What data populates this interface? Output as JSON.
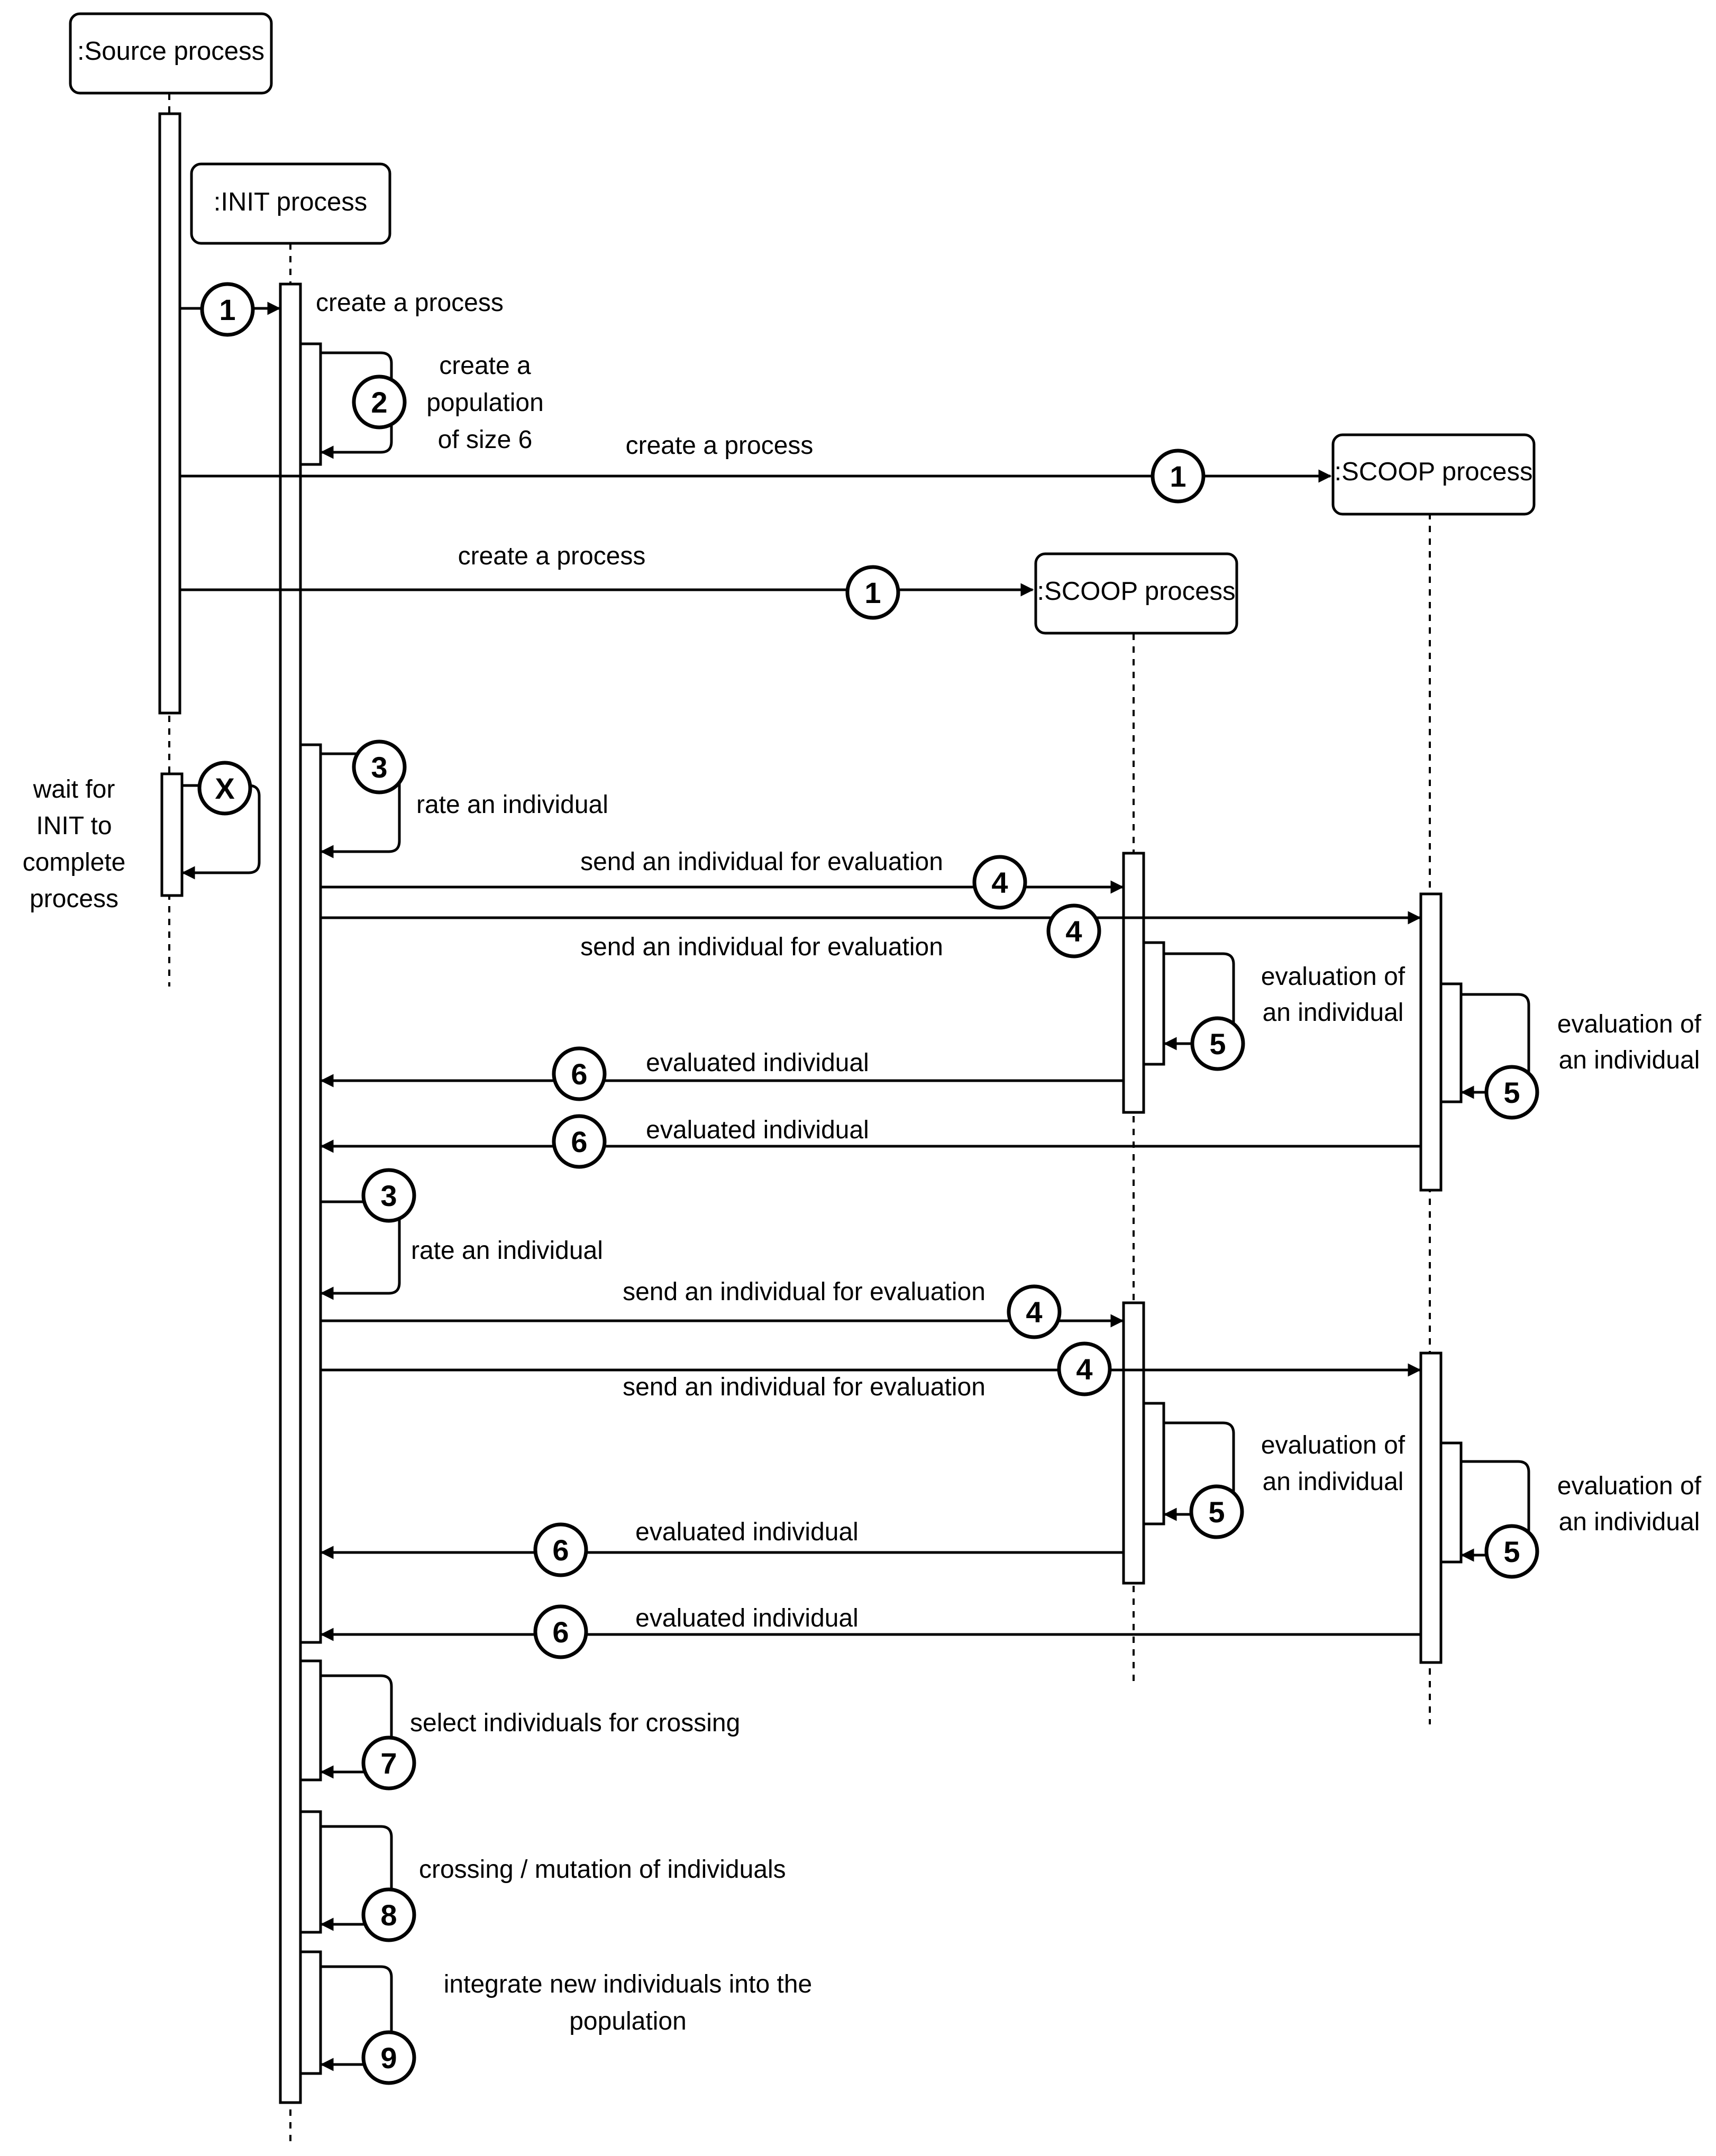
{
  "participants": {
    "source": ":Source process",
    "init": ":INIT process",
    "scoop_a": ":SCOOP process",
    "scoop_b": ":SCOOP process"
  },
  "steps": {
    "s1": "1",
    "s2": "2",
    "s3": "3",
    "s4": "4",
    "s5": "5",
    "s6": "6",
    "s7": "7",
    "s8": "8",
    "s9": "9",
    "sx": "X"
  },
  "messages": {
    "create_process": "create a process",
    "create_population": [
      "create a",
      "population",
      "of size 6"
    ],
    "wait_for_init": [
      "wait for",
      "INIT to",
      "complete",
      "process"
    ],
    "rate_individual": "rate an individual",
    "send_individual": "send an individual for evaluation",
    "evaluation_of_individual": [
      "evaluation of",
      "an individual"
    ],
    "evaluated_individual": "evaluated individual",
    "select_individuals": "select individuals for crossing",
    "crossing_mutation": "crossing / mutation of individuals",
    "integrate_individuals": [
      "integrate new individuals into the",
      "population"
    ]
  }
}
